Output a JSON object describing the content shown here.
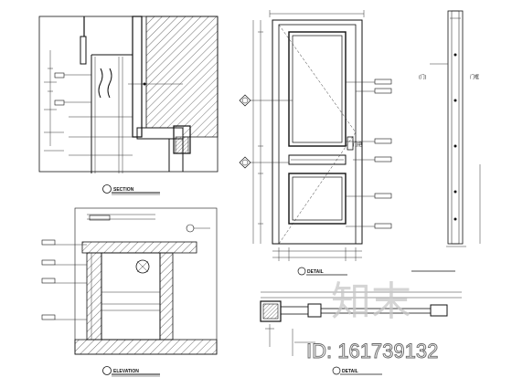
{
  "titles": {
    "section": "SECTION",
    "detail1": "DETAIL",
    "detail2": "DETAIL",
    "elevation": "ELEVATION"
  },
  "labels": {
    "mid_rail_note": "门把",
    "side_note_1": "(门)",
    "side_note_2": "门框"
  },
  "watermark": {
    "logo_text": "知末",
    "id_text": "ID: 161739132"
  },
  "colors": {
    "line": "#111111",
    "watermark": "#c7c7c7",
    "background": "#ffffff"
  }
}
